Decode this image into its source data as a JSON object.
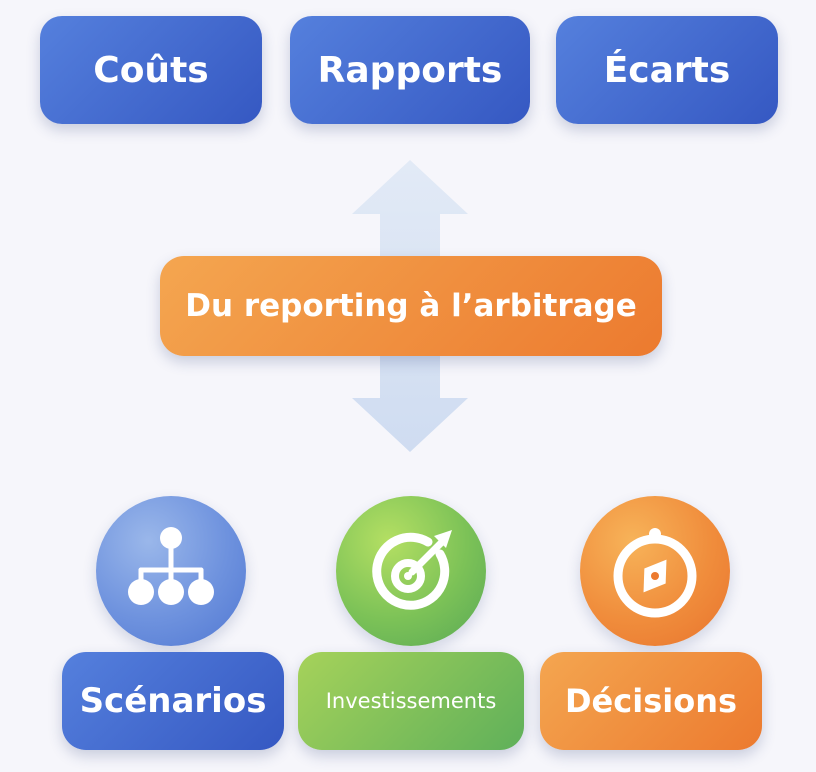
{
  "top_boxes": {
    "costs": "Coûts",
    "reports": "Rapports",
    "variances": "Écarts"
  },
  "center_label": "Du reporting à l’arbitrage",
  "bottom_items": [
    {
      "label": "Scénarios",
      "icon": "hierarchy-icon",
      "color": "#5077d2"
    },
    {
      "label": "Investissements",
      "icon": "target-arrow-icon",
      "color": "#6cb857"
    },
    {
      "label": "Décisions",
      "icon": "compass-icon",
      "color": "#ec7a2f"
    }
  ],
  "colors": {
    "blue": "#3f68cc",
    "orange": "#ef8a3a",
    "green": "#76bd58",
    "arrow": "#d6e2f4"
  }
}
